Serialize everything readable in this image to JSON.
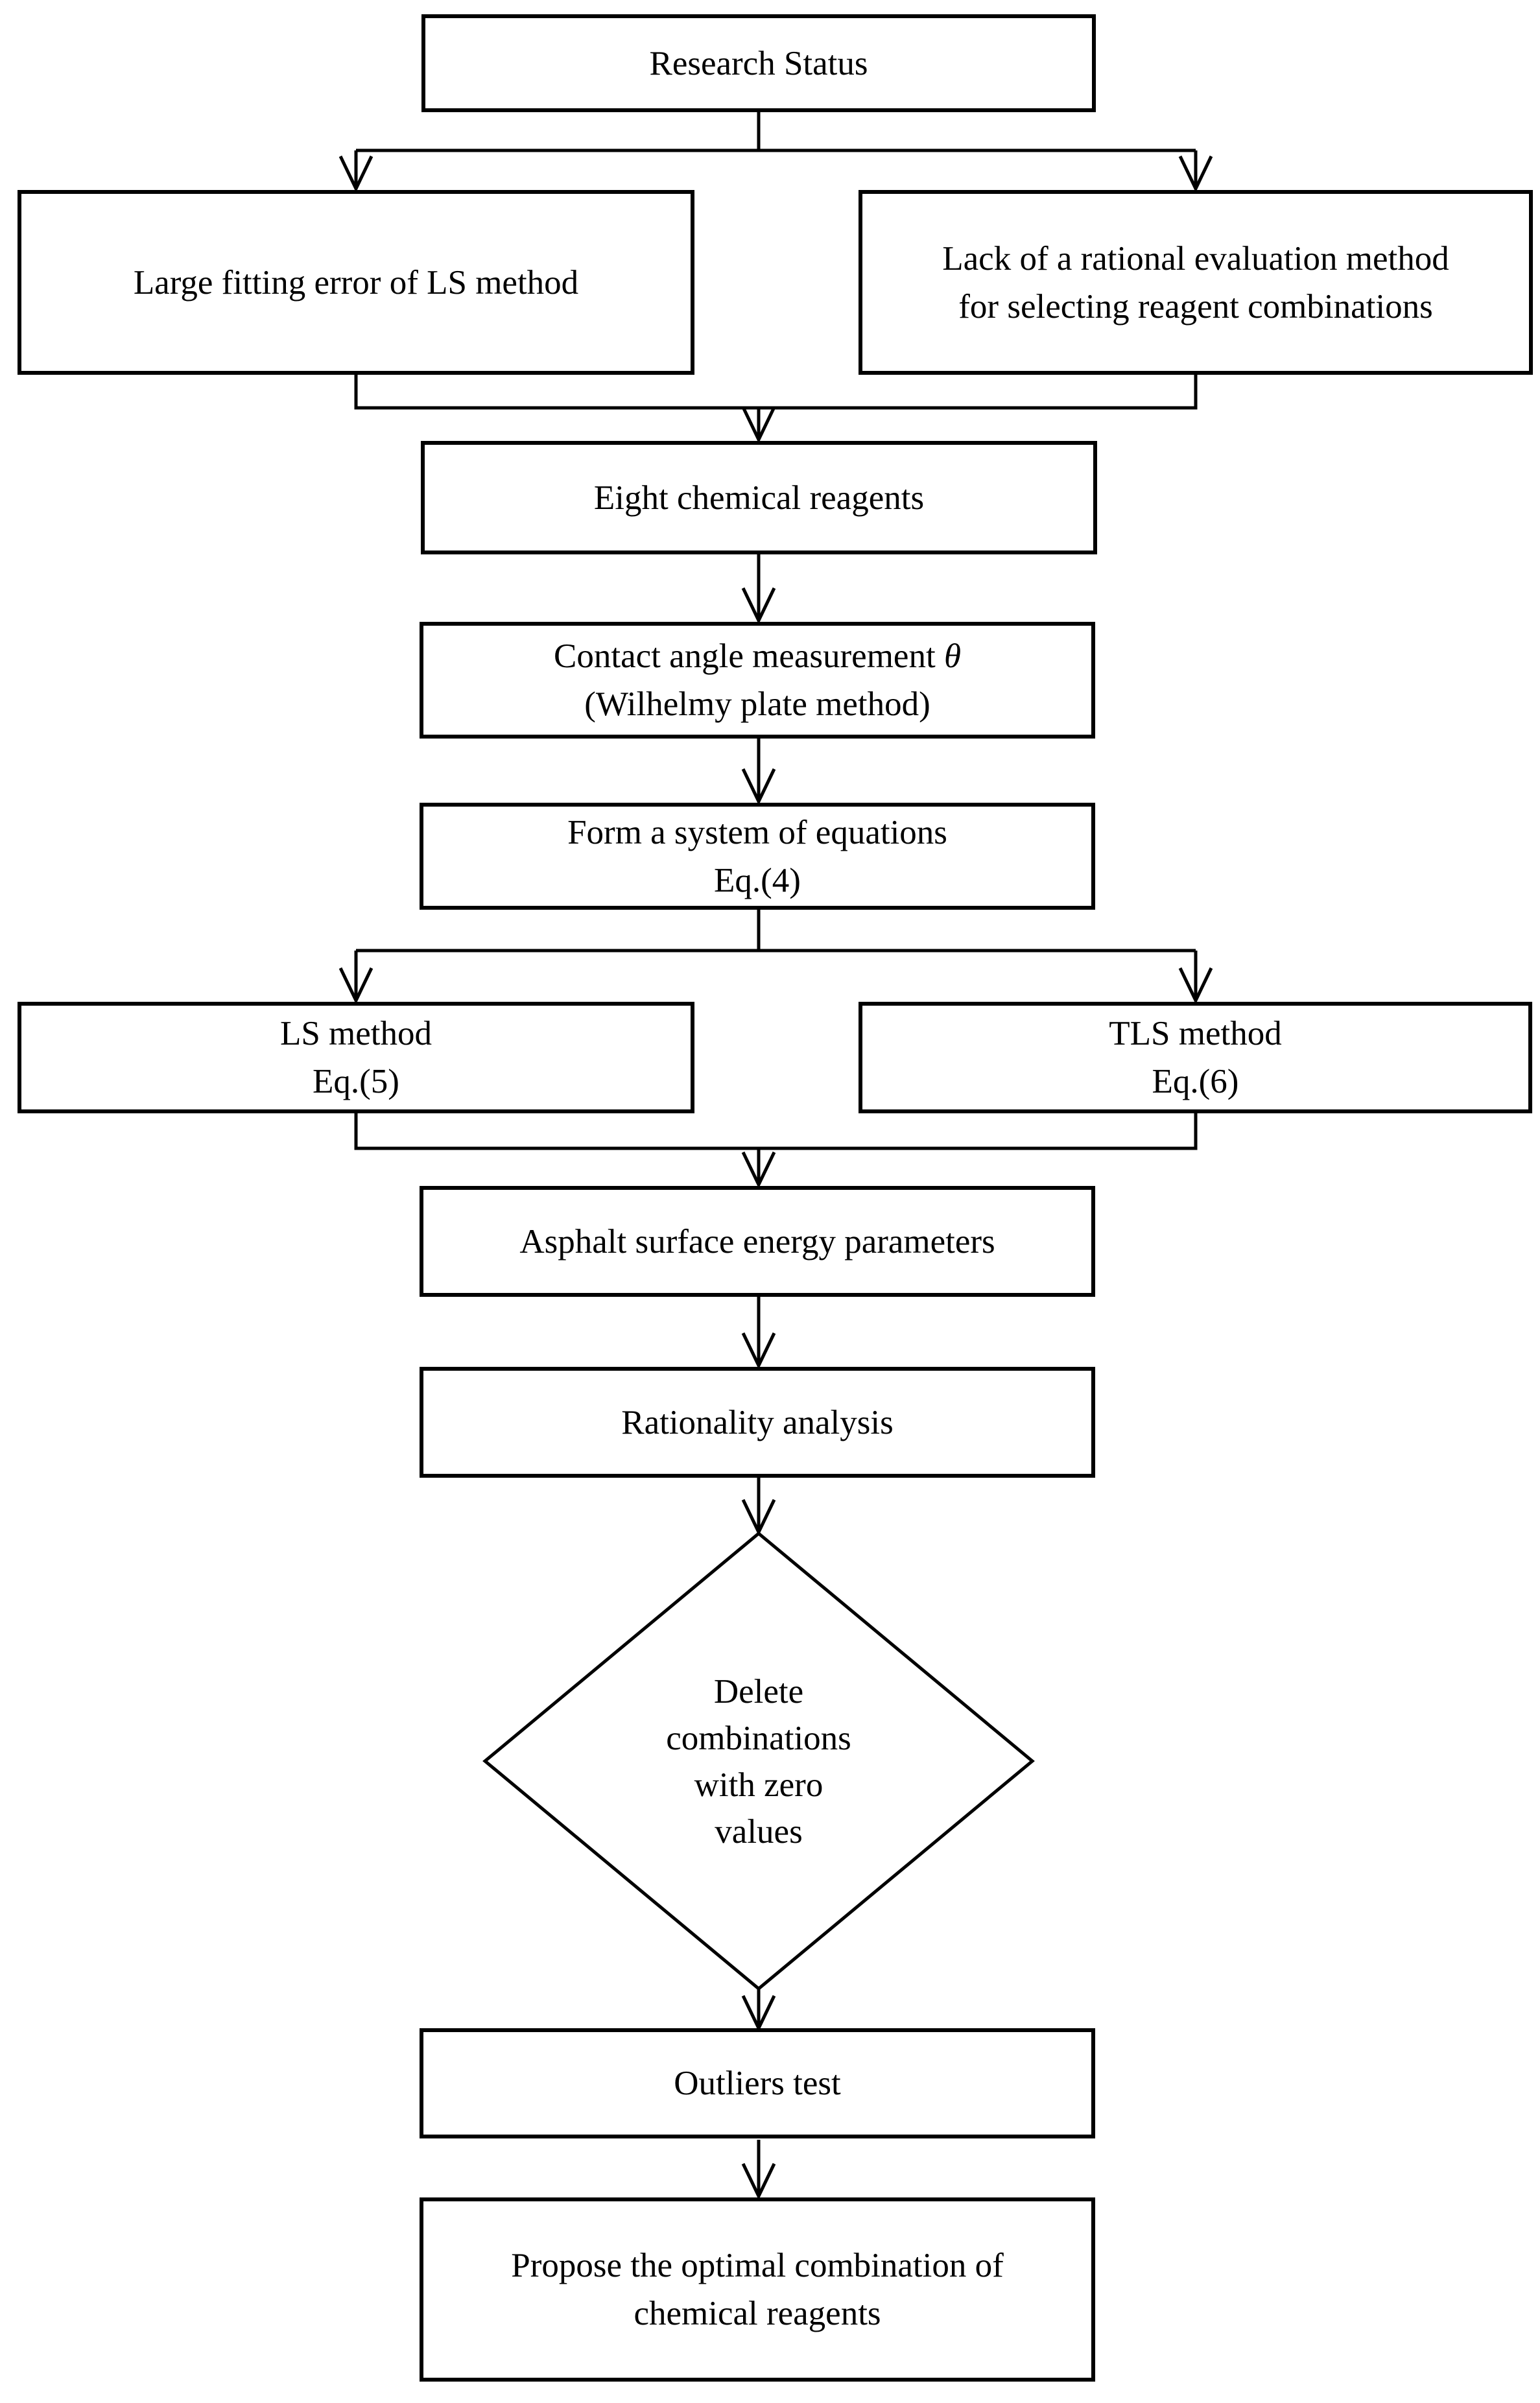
{
  "colors": {
    "stroke": "#000000",
    "background": "#ffffff"
  },
  "nodes": {
    "research_status": {
      "label": "Research Status"
    },
    "large_fitting_error": {
      "label": "Large fitting error of LS method"
    },
    "lack_rational_eval": {
      "lines": [
        "Lack of a rational evaluation method",
        "for selecting reagent combinations"
      ]
    },
    "eight_chemical_reagents": {
      "label": "Eight chemical reagents"
    },
    "contact_angle": {
      "line1_prefix": "Contact angle measurement ",
      "theta": "θ",
      "line2": "(Wilhelmy plate method)"
    },
    "form_system": {
      "lines": [
        "Form a system of equations",
        "Eq.(4)"
      ]
    },
    "ls_method": {
      "lines": [
        "LS method",
        "Eq.(5)"
      ]
    },
    "tls_method": {
      "lines": [
        "TLS method",
        "Eq.(6)"
      ]
    },
    "asphalt_params": {
      "label": "Asphalt surface energy parameters"
    },
    "rationality": {
      "label": "Rationality analysis"
    },
    "delete_combinations": {
      "lines": [
        "Delete",
        "combinations",
        "with zero",
        "values"
      ]
    },
    "outliers": {
      "label": "Outliers test"
    },
    "propose_optimal": {
      "lines": [
        "Propose the optimal combination of",
        "chemical reagents"
      ]
    }
  }
}
